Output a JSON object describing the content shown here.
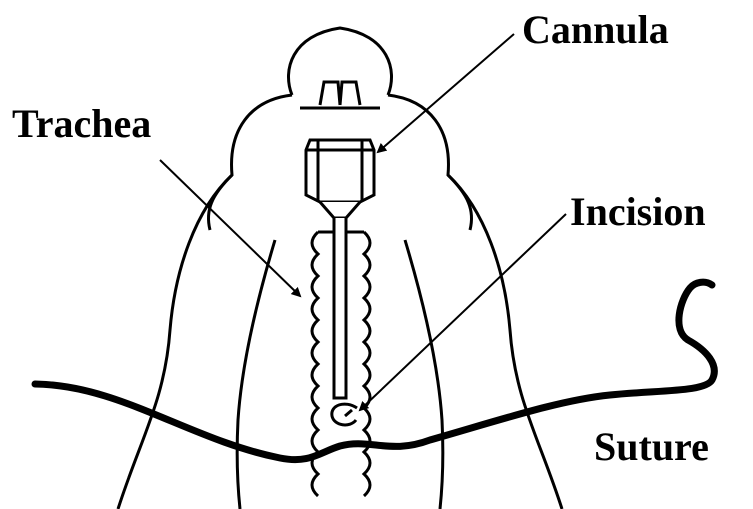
{
  "labels": {
    "cannula": "Cannula",
    "trachea": "Trachea",
    "incision": "Incision",
    "suture": "Suture"
  },
  "colors": {
    "ink": "#000000",
    "background": "#ffffff"
  }
}
